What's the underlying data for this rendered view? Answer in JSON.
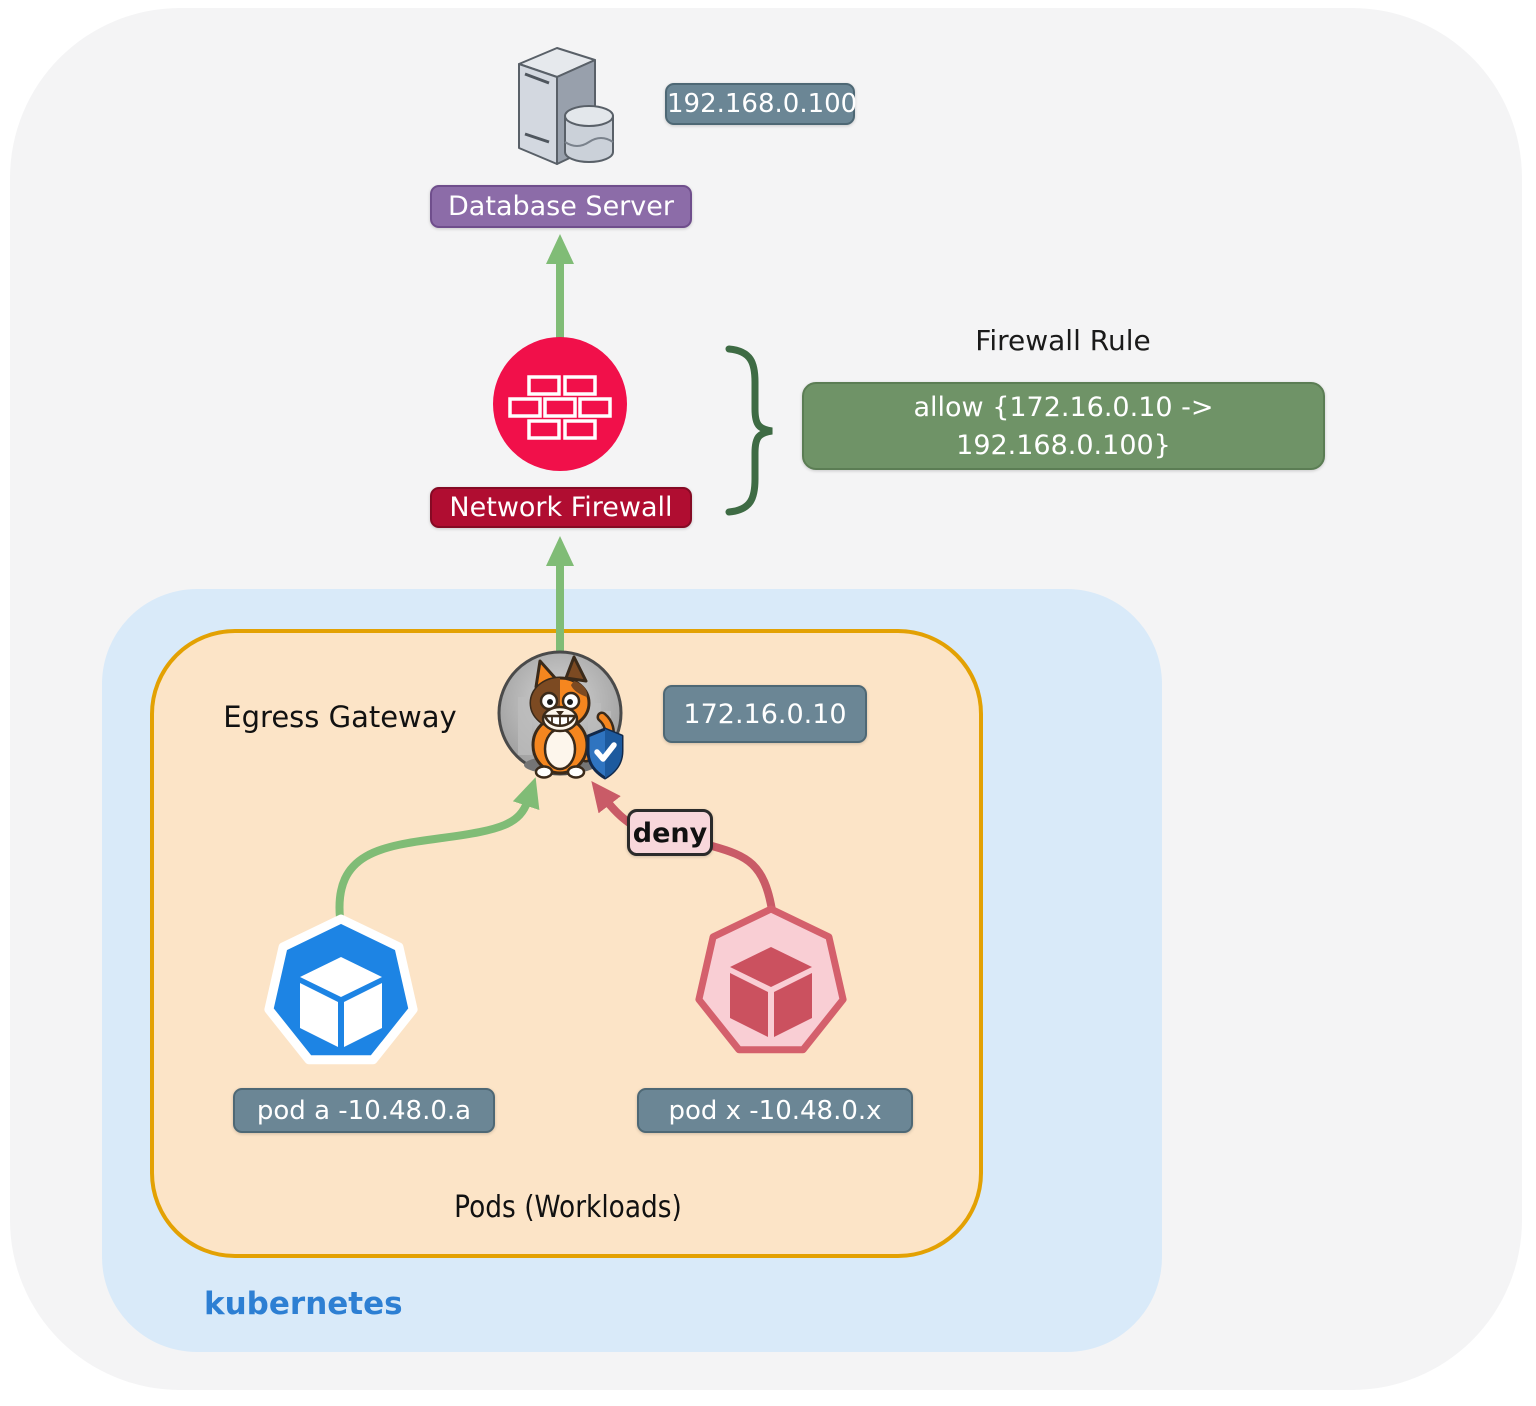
{
  "external": {
    "database_server": {
      "icon": "server-database-icon",
      "ip_badge": "192.168.0.100",
      "label": "Database Server"
    },
    "network_firewall": {
      "icon": "firewall-brick-icon",
      "label": "Network Firewall"
    },
    "firewall_rule": {
      "title": "Firewall Rule",
      "line1": "allow {172.16.0.10 ->",
      "line2": "192.168.0.100}"
    }
  },
  "kubernetes": {
    "cluster_label": "kubernetes",
    "pods_box_label": "Pods (Workloads)",
    "egress_gateway": {
      "label": "Egress Gateway",
      "icon": "egress-gateway-cat-icon",
      "ip_badge": "172.16.0.10"
    },
    "pod_a": {
      "icon": "pod-blue-icon",
      "label": "pod a -10.48.0.a"
    },
    "pod_x": {
      "icon": "pod-red-icon",
      "label": "pod x -10.48.0.x"
    },
    "deny_badge": "deny"
  },
  "colors": {
    "background": "#FFFFFF",
    "outer_zone": "#F4F4F5",
    "kubernetes_zone": "#D9EAF9",
    "pods_zone_fill": "#FCE4C7",
    "pods_zone_border": "#E3A103",
    "firewall_red": "#F1104A",
    "firewall_label_bg": "#B00D31",
    "database_label_bg": "#8C6CA8",
    "ip_badge_bg": "#6B8695",
    "rule_box_bg": "#6F9367",
    "allow_arrow_green": "#80BC76",
    "deny_arrow_red": "#C95B67",
    "brace_green": "#3E6B44",
    "deny_badge_bg": "#F8D7DB",
    "pod_blue": "#1D84E4",
    "pod_red": "#CB515F",
    "kubernetes_text": "#2D7FD3"
  }
}
